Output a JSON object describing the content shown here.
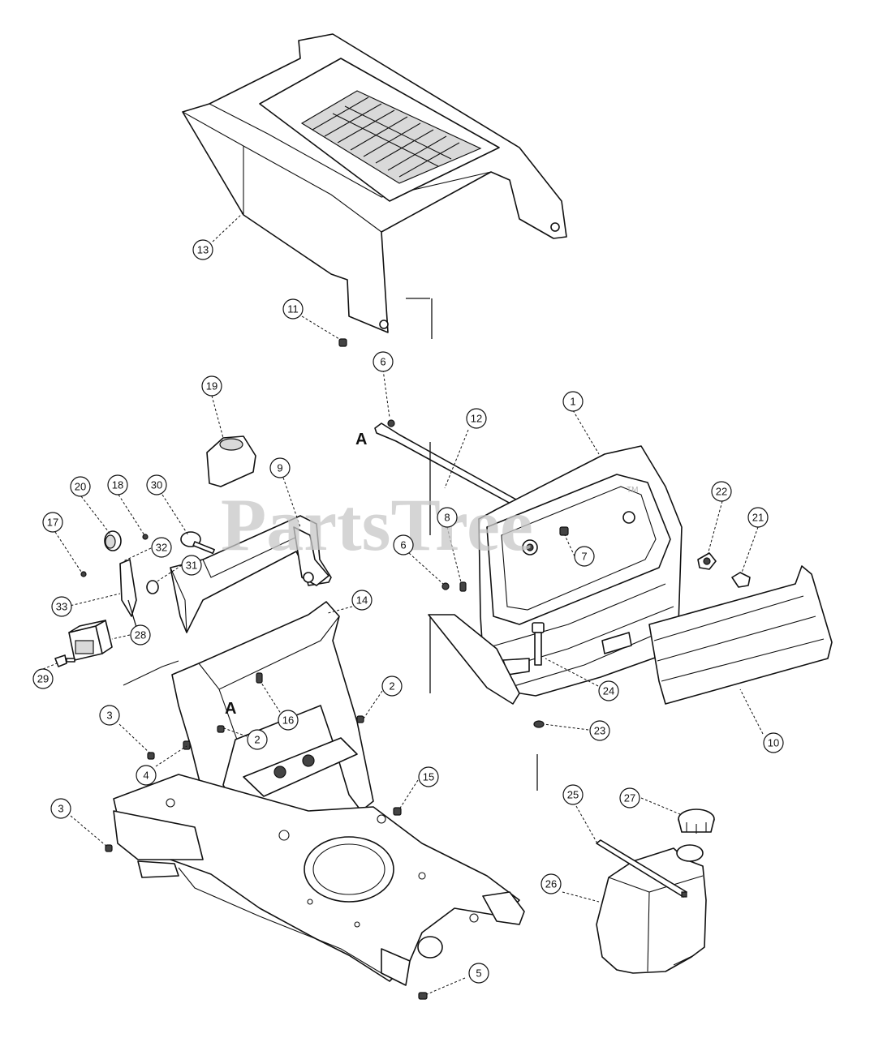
{
  "watermark": {
    "text": "PartsTree",
    "trademark": "TM"
  },
  "reference_letters": [
    "A",
    "A"
  ],
  "callouts": [
    "13",
    "11",
    "6",
    "12",
    "1",
    "19",
    "9",
    "20",
    "18",
    "30",
    "17",
    "32",
    "31",
    "33",
    "8",
    "6",
    "7",
    "22",
    "21",
    "28",
    "29",
    "14",
    "24",
    "10",
    "2",
    "3",
    "16",
    "2",
    "4",
    "23",
    "15",
    "3",
    "25",
    "27",
    "26",
    "5"
  ]
}
